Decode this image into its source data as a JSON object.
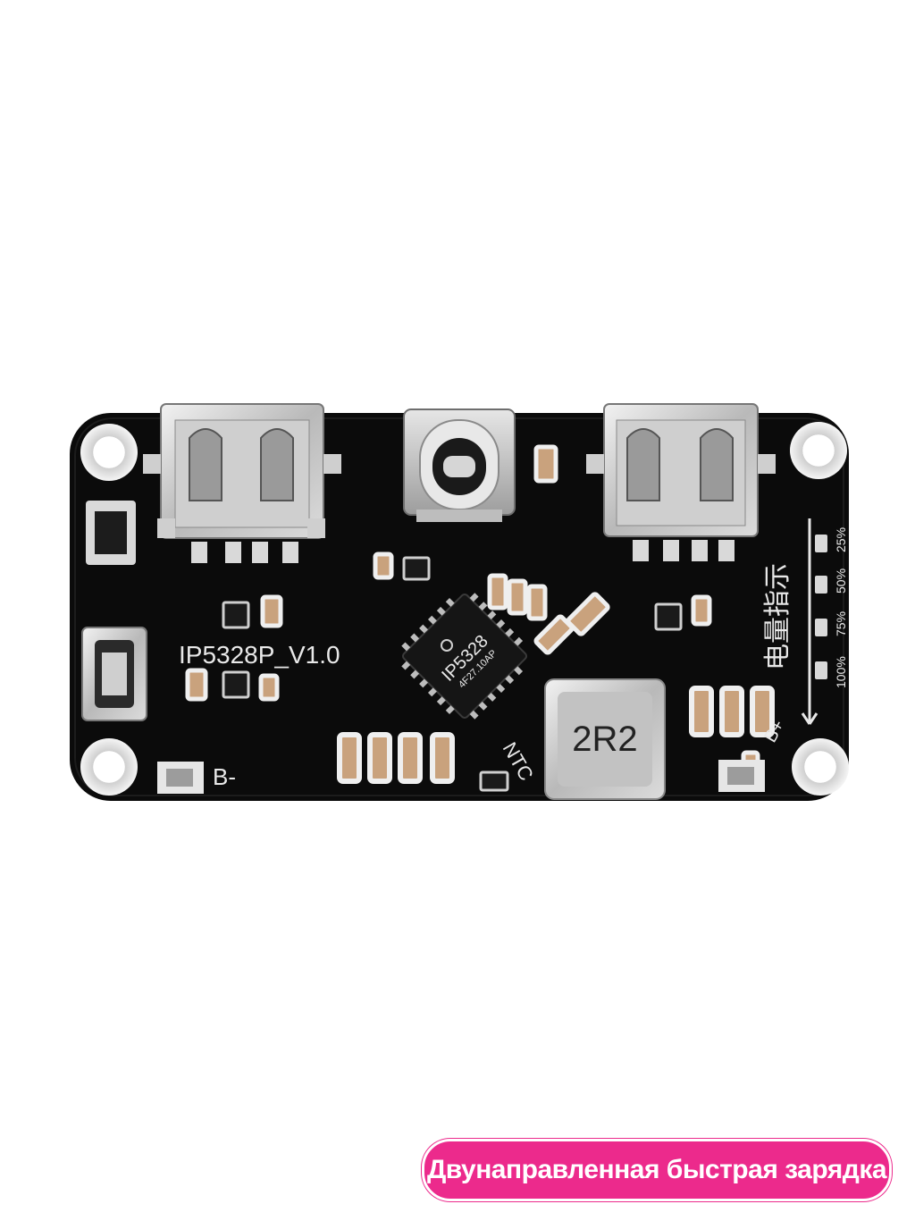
{
  "board": {
    "model_label": "IP5328P_V1.0",
    "chip_marking": "IP5328",
    "chip_code": "4F27.10AP",
    "inductor_label": "2R2",
    "ntc_label": "NTC",
    "b_minus_label": "B-",
    "b_plus_label": "B+",
    "indicator_title": "电量指示",
    "levels": [
      "25%",
      "50%",
      "75%",
      "100%"
    ]
  },
  "banner": {
    "text": "Двунаправленная быстрая зарядка",
    "color": "#ec2a8c"
  }
}
